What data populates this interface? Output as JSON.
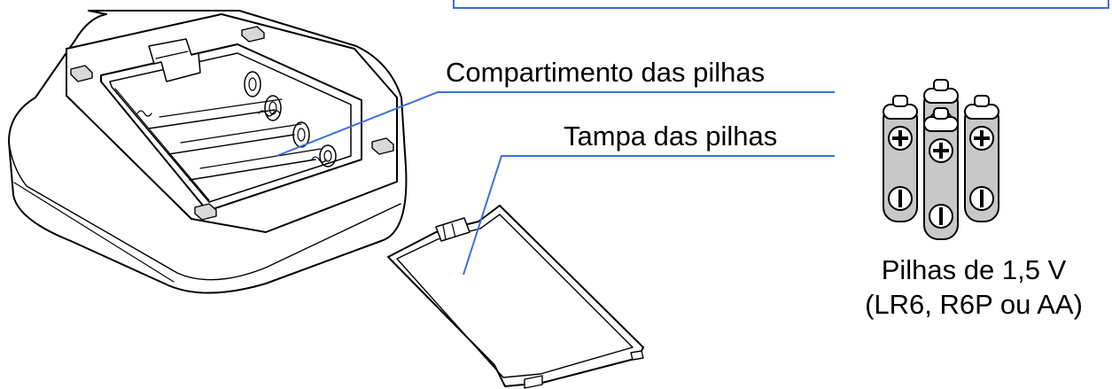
{
  "labels": {
    "compartment": "Compartimento das pilhas",
    "cover": "Tampa das pilhas"
  },
  "batteries": {
    "caption_line1": "Pilhas de 1,5 V",
    "caption_line2": "(LR6, R6P ou AA)",
    "count": 4
  },
  "colors": {
    "leader_line": "#3d6fe0",
    "outline": "#000000",
    "battery_body": "#c8c8c8"
  },
  "icons": [
    "device-base-icon",
    "battery-cover-icon",
    "batteries-icon",
    "plus-terminal-icon",
    "minus-terminal-icon"
  ]
}
